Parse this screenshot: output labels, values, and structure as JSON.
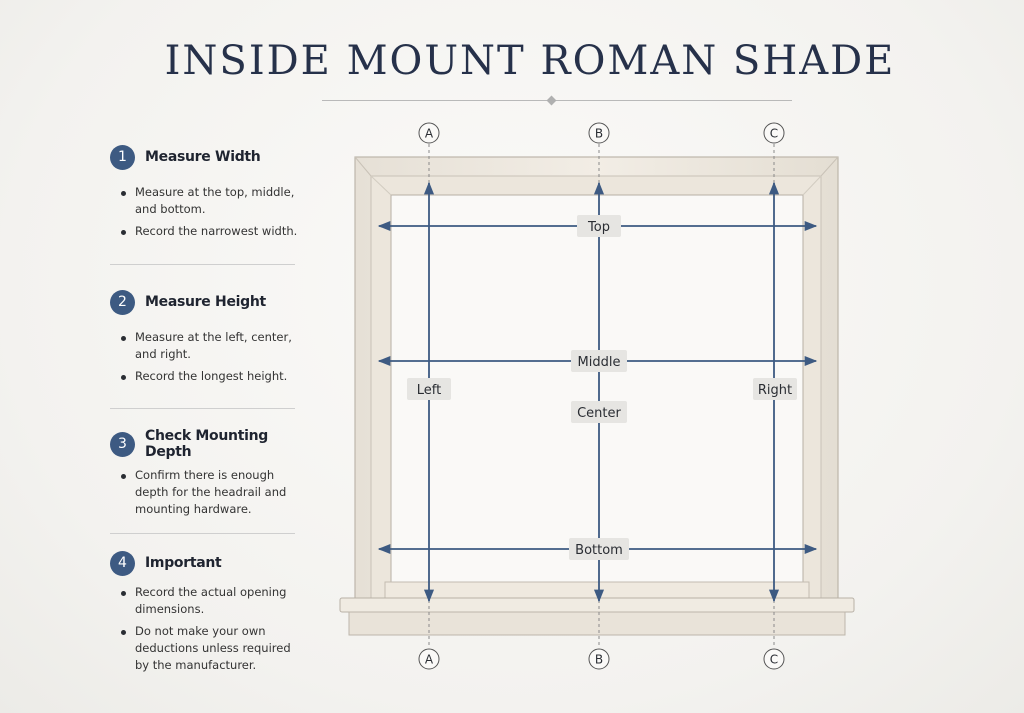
{
  "title": "INSIDE MOUNT ROMAN SHADE",
  "steps": [
    {
      "number": "1",
      "title": "Measure Width",
      "bullets": [
        "Measure at the top, middle, and bottom.",
        "Record the narrowest width."
      ]
    },
    {
      "number": "2",
      "title": "Measure Height",
      "bullets": [
        "Measure at the left, center, and right.",
        "Record the longest height."
      ]
    },
    {
      "number": "3",
      "title": "Check Mounting Depth",
      "bullets": [
        "Confirm there is enough depth for the headrail and mounting hardware."
      ]
    },
    {
      "number": "4",
      "title": "Important",
      "bullets": [
        "Record the actual opening dimensions.",
        "Do not make your own deductions unless required by the manufacturer."
      ]
    }
  ],
  "diagram": {
    "markers_top": [
      "A",
      "B",
      "C"
    ],
    "markers_bottom": [
      "A",
      "B",
      "C"
    ],
    "width_labels": {
      "top": "Top",
      "middle": "Middle",
      "bottom": "Bottom"
    },
    "height_labels": {
      "left": "Left",
      "center": "Center",
      "right": "Right"
    },
    "colors": {
      "arrow": "#3d5a82",
      "frame": "#ece6dc",
      "frame_edge": "#bdb6ab"
    }
  }
}
